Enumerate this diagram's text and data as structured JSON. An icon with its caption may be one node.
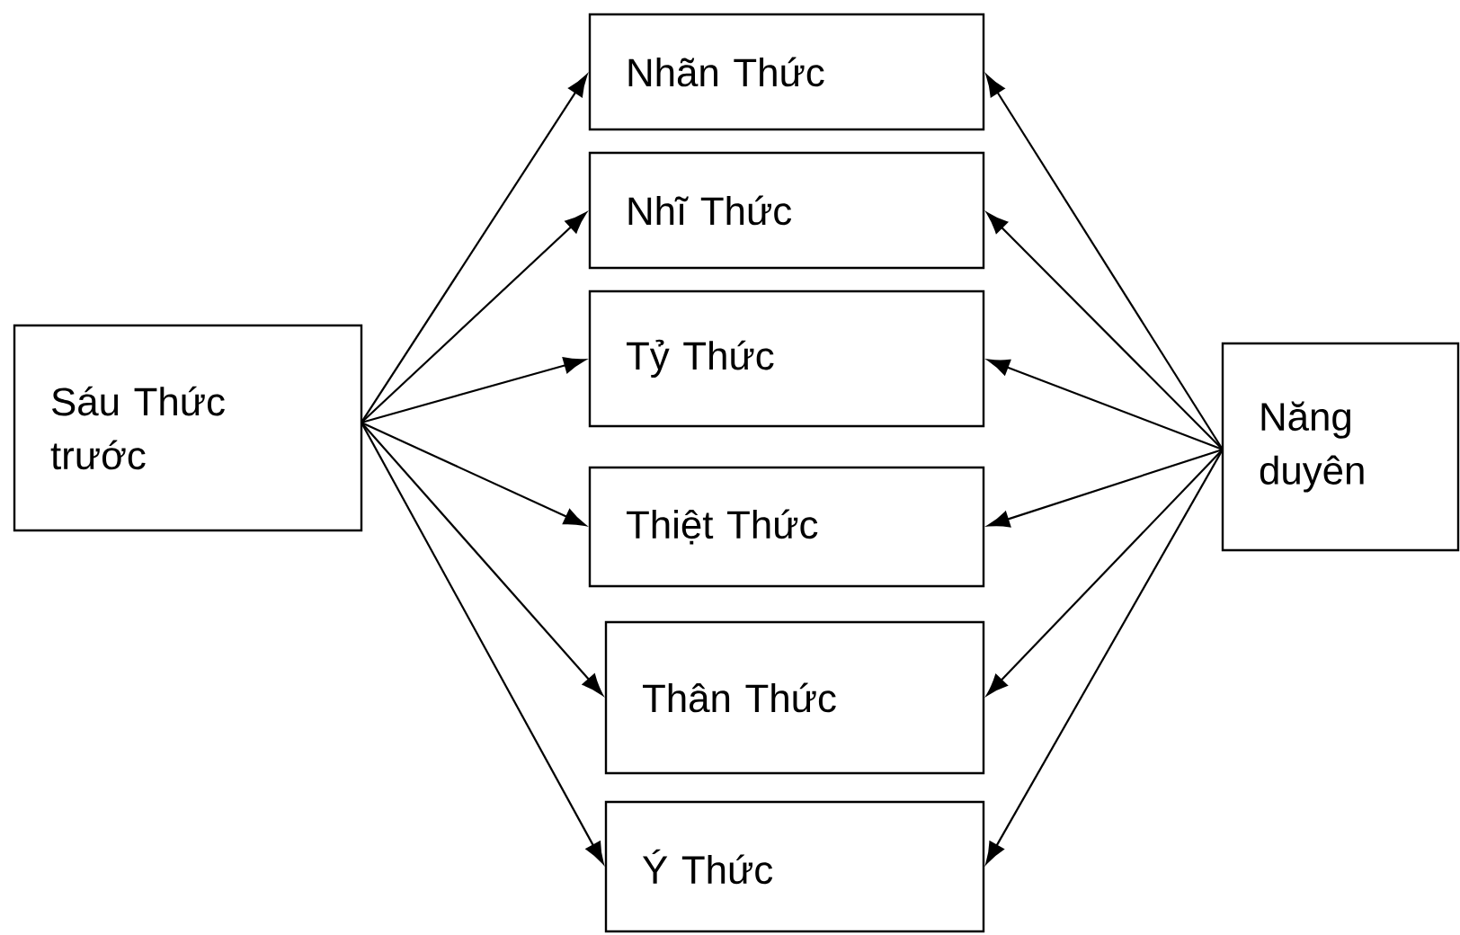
{
  "diagram": {
    "nodes": [
      {
        "text": [
          "Sáu Thức trước"
        ]
      },
      {
        "text": [
          "Nhãn Thức"
        ]
      },
      {
        "text": [
          "Nhĩ Thức"
        ]
      },
      {
        "text": [
          "Tỷ Thức"
        ]
      },
      {
        "text": [
          "Thiệt Thức"
        ]
      },
      {
        "text": [
          "Thân Thức"
        ]
      },
      {
        "text": [
          "Ý Thức"
        ]
      },
      {
        "text": [
          "Năng duyên"
        ]
      }
    ],
    "edges": [
      {
        "from": 0,
        "to": 1,
        "arrow": "to"
      },
      {
        "from": 0,
        "to": 2,
        "arrow": "to"
      },
      {
        "from": 0,
        "to": 3,
        "arrow": "to"
      },
      {
        "from": 0,
        "to": 4,
        "arrow": "to"
      },
      {
        "from": 0,
        "to": 5,
        "arrow": "to"
      },
      {
        "from": 0,
        "to": 6,
        "arrow": "to"
      },
      {
        "from": 7,
        "to": 1,
        "arrow": "to"
      },
      {
        "from": 7,
        "to": 2,
        "arrow": "to"
      },
      {
        "from": 7,
        "to": 3,
        "arrow": "to"
      },
      {
        "from": 7,
        "to": 4,
        "arrow": "to"
      },
      {
        "from": 7,
        "to": 5,
        "arrow": "to"
      },
      {
        "from": 7,
        "to": 6,
        "arrow": "to"
      }
    ]
  }
}
